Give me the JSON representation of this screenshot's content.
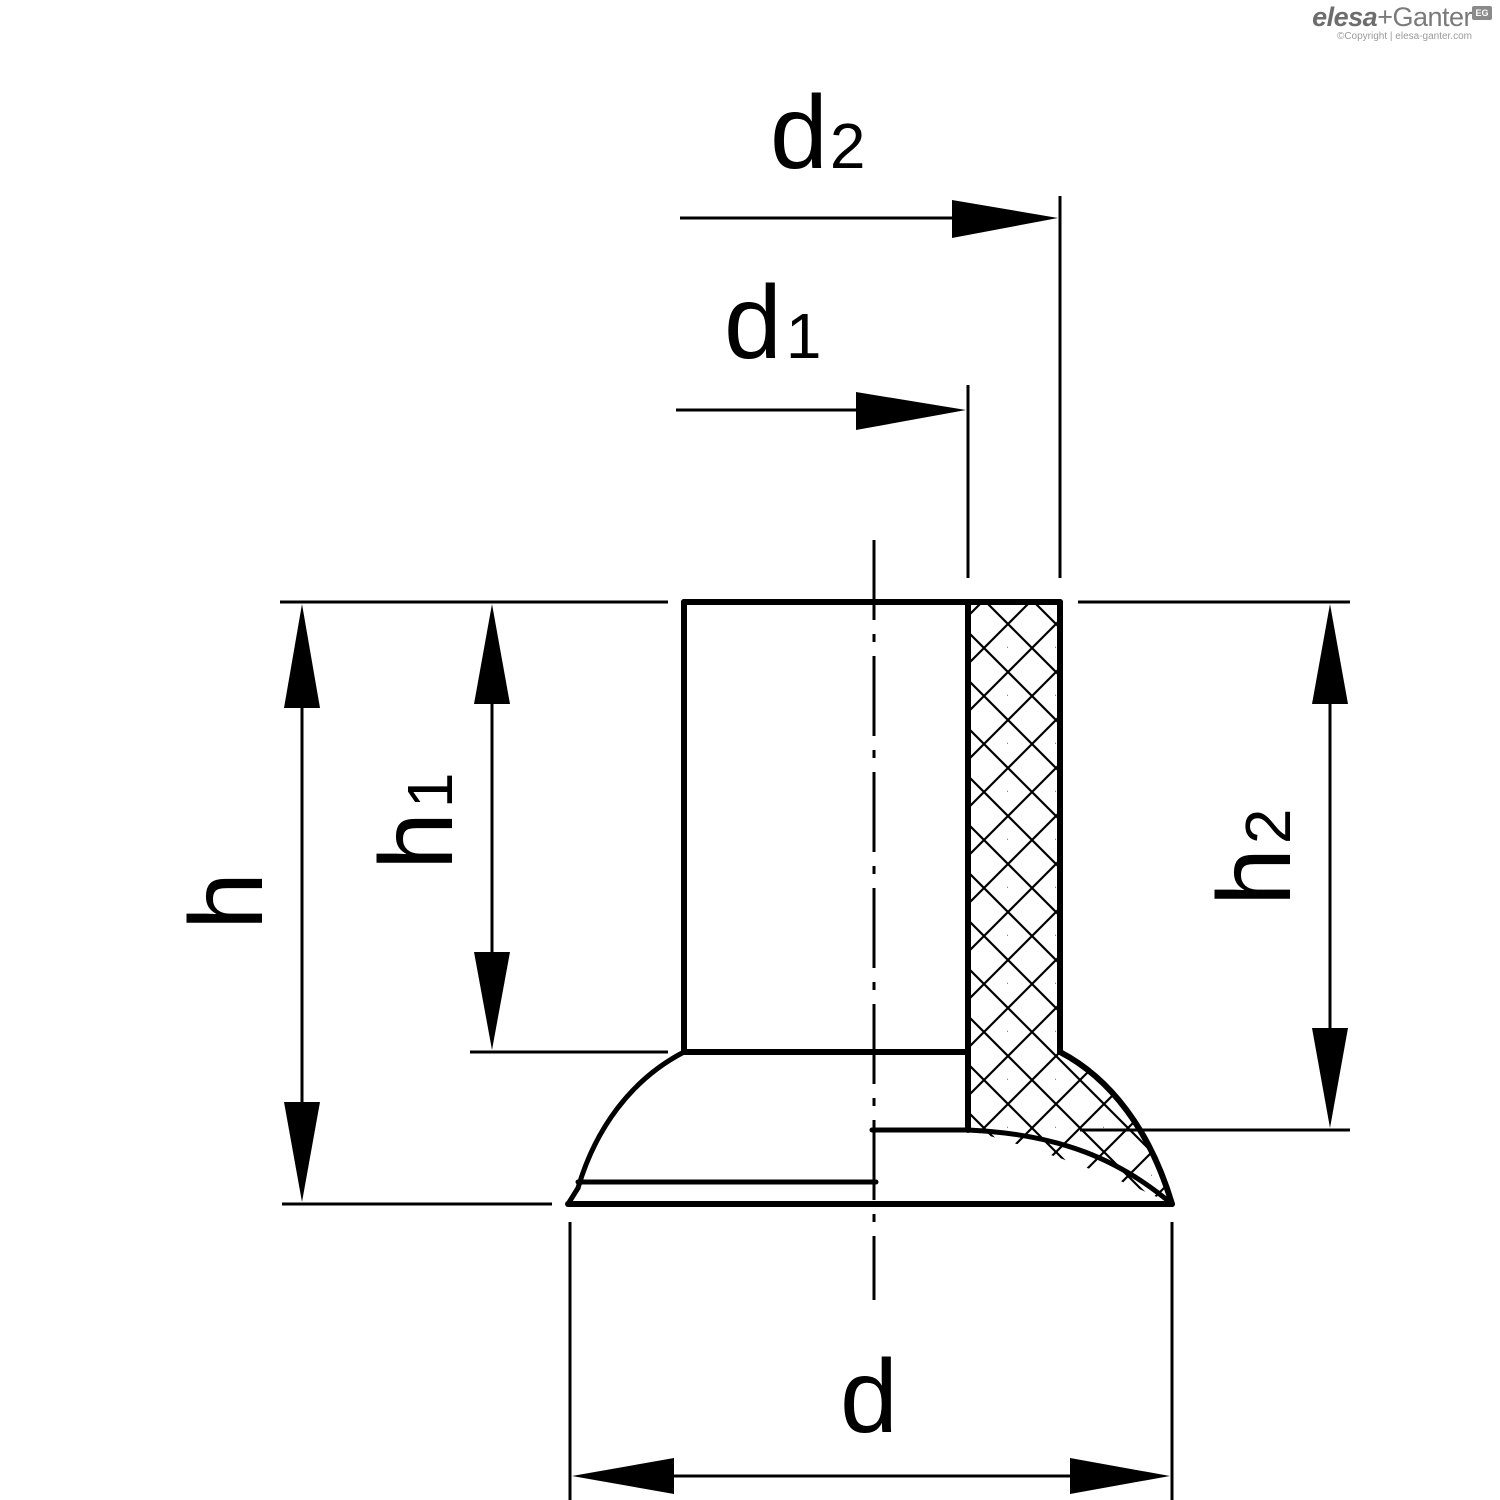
{
  "logo": {
    "brand_bold": "elesa",
    "brand_rest": "+Ganter",
    "copyright": "©Copyright | elesa-ganter.com",
    "mark": "EG"
  },
  "dimensions": {
    "d": {
      "base": "d",
      "sub": ""
    },
    "d1": {
      "base": "d",
      "sub": "1"
    },
    "d2": {
      "base": "d",
      "sub": "2"
    },
    "h": {
      "base": "h",
      "sub": ""
    },
    "h1": {
      "base": "h",
      "sub": "1"
    },
    "h2": {
      "base": "h",
      "sub": "2"
    }
  },
  "colors": {
    "line": "#000000",
    "background": "#ffffff",
    "logo": "#7a7a7a"
  }
}
